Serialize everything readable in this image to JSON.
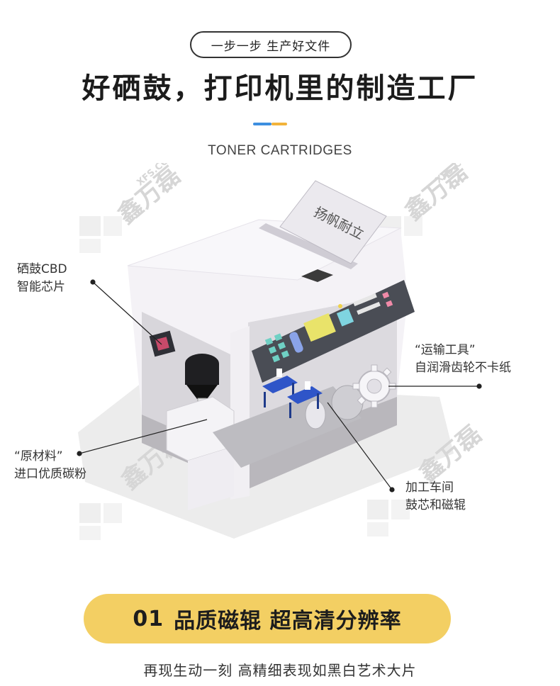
{
  "header": {
    "pill_text": "一步一步 生产好文件",
    "headline": "好硒鼓，打印机里的制造工厂",
    "subtitle": "TONER CARTRIDGES",
    "accent_colors": [
      "#3d8fe0",
      "#f2b33a"
    ]
  },
  "illustration": {
    "paper_text": "扬帆耐立",
    "watermark_text": "鑫万磊",
    "watermark_small": "XFS.COM"
  },
  "callouts": {
    "chip": [
      "硒鼓CBD",
      "智能芯片"
    ],
    "toner": [
      "“原材料”",
      "进口优质碳粉"
    ],
    "gear": [
      "“运输工具”",
      "自润滑齿轮不卡纸"
    ],
    "roller": [
      "加工车间",
      "鼓芯和磁辊"
    ]
  },
  "feature": {
    "number": "01",
    "title": "品质磁辊 超高清分辨率",
    "color": "#f3cf63",
    "caption": "再现生动一刻 高精细表现如黑白艺术大片"
  }
}
